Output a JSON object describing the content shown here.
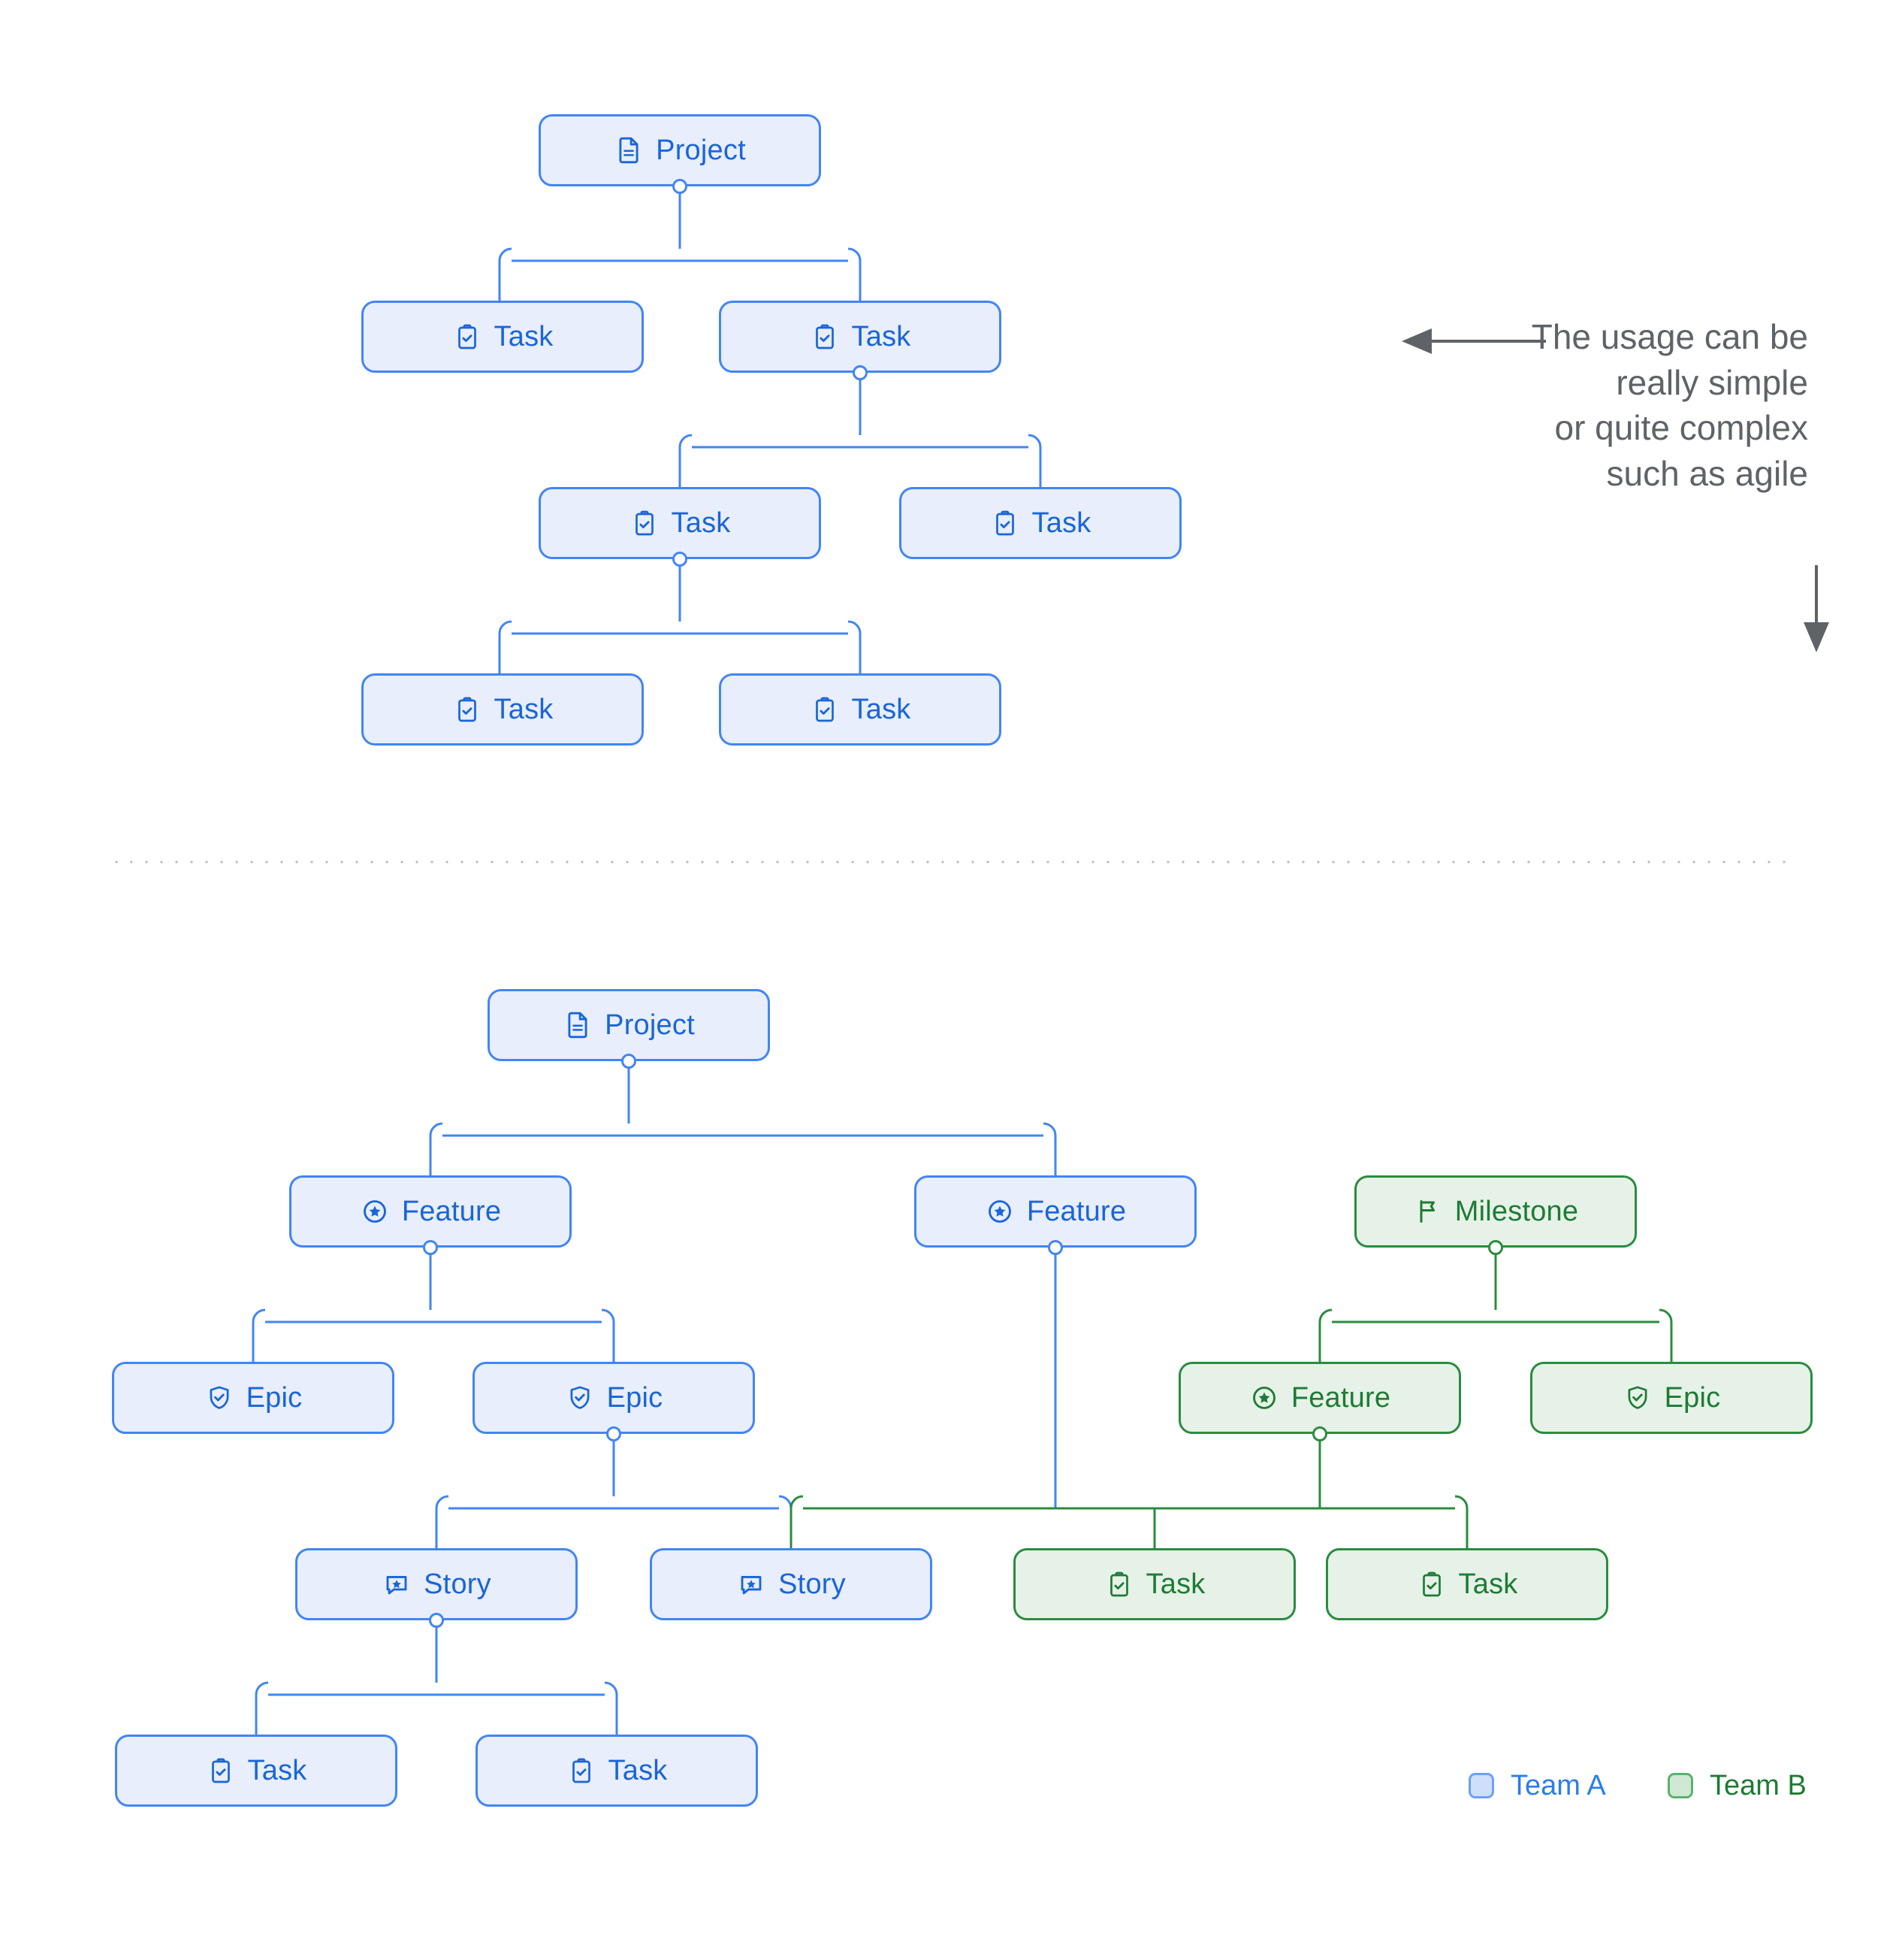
{
  "colors": {
    "blue_fill": "#e8eefc",
    "blue_stroke": "#4285f4",
    "blue_text": "#1a65d8",
    "green_fill": "#e6f2e8",
    "green_stroke": "#2a8c3f",
    "green_text": "#1e7b34",
    "annotation_text": "#5f6368",
    "divider": "#b9bcc0",
    "background": "#ffffff"
  },
  "annotation": {
    "line1": "The usage can be",
    "line2": "really simple",
    "line3": "or quite complex",
    "line4": "such as agile",
    "arrow_left": "arrow-left-icon",
    "arrow_down": "arrow-down-icon"
  },
  "legend": {
    "items": [
      {
        "label": "Team A",
        "color": "#6ba1f5",
        "team": "blue"
      },
      {
        "label": "Team B",
        "color": "#5bb06e",
        "team": "green"
      }
    ]
  },
  "diagram_top": {
    "title": "simple-project-tree",
    "nodes": [
      {
        "id": "t-project",
        "label": "Project",
        "icon": "document-icon",
        "team": "blue"
      },
      {
        "id": "t-task-1",
        "label": "Task",
        "icon": "clipboard-check-icon",
        "team": "blue"
      },
      {
        "id": "t-task-2",
        "label": "Task",
        "icon": "clipboard-check-icon",
        "team": "blue"
      },
      {
        "id": "t-task-3",
        "label": "Task",
        "icon": "clipboard-check-icon",
        "team": "blue"
      },
      {
        "id": "t-task-4",
        "label": "Task",
        "icon": "clipboard-check-icon",
        "team": "blue"
      },
      {
        "id": "t-task-5",
        "label": "Task",
        "icon": "clipboard-check-icon",
        "team": "blue"
      },
      {
        "id": "t-task-6",
        "label": "Task",
        "icon": "clipboard-check-icon",
        "team": "blue"
      }
    ],
    "edges": [
      {
        "from": "t-project",
        "to": "t-task-1"
      },
      {
        "from": "t-project",
        "to": "t-task-2"
      },
      {
        "from": "t-task-2",
        "to": "t-task-3"
      },
      {
        "from": "t-task-2",
        "to": "t-task-4"
      },
      {
        "from": "t-task-3",
        "to": "t-task-5"
      },
      {
        "from": "t-task-3",
        "to": "t-task-6"
      }
    ]
  },
  "diagram_bottom": {
    "title": "agile-project-tree",
    "nodes": [
      {
        "id": "b-project",
        "label": "Project",
        "icon": "document-icon",
        "team": "blue"
      },
      {
        "id": "b-feature-1",
        "label": "Feature",
        "icon": "star-circle-icon",
        "team": "blue"
      },
      {
        "id": "b-feature-2",
        "label": "Feature",
        "icon": "star-circle-icon",
        "team": "blue"
      },
      {
        "id": "b-milestone",
        "label": "Milestone",
        "icon": "flag-icon",
        "team": "green"
      },
      {
        "id": "b-epic-1",
        "label": "Epic",
        "icon": "shield-check-icon",
        "team": "blue"
      },
      {
        "id": "b-epic-2",
        "label": "Epic",
        "icon": "shield-check-icon",
        "team": "blue"
      },
      {
        "id": "b-feature-3",
        "label": "Feature",
        "icon": "star-circle-icon",
        "team": "green"
      },
      {
        "id": "b-epic-3",
        "label": "Epic",
        "icon": "shield-check-icon",
        "team": "green"
      },
      {
        "id": "b-story-1",
        "label": "Story",
        "icon": "chat-star-icon",
        "team": "blue"
      },
      {
        "id": "b-story-2",
        "label": "Story",
        "icon": "chat-star-icon",
        "team": "blue"
      },
      {
        "id": "b-task-g1",
        "label": "Task",
        "icon": "clipboard-check-icon",
        "team": "green"
      },
      {
        "id": "b-task-g2",
        "label": "Task",
        "icon": "clipboard-check-icon",
        "team": "green"
      },
      {
        "id": "b-task-b1",
        "label": "Task",
        "icon": "clipboard-check-icon",
        "team": "blue"
      },
      {
        "id": "b-task-b2",
        "label": "Task",
        "icon": "clipboard-check-icon",
        "team": "blue"
      }
    ],
    "edges": [
      {
        "from": "b-project",
        "to": "b-feature-1"
      },
      {
        "from": "b-project",
        "to": "b-feature-2"
      },
      {
        "from": "b-feature-1",
        "to": "b-epic-1"
      },
      {
        "from": "b-feature-1",
        "to": "b-epic-2"
      },
      {
        "from": "b-milestone",
        "to": "b-feature-3"
      },
      {
        "from": "b-milestone",
        "to": "b-epic-3"
      },
      {
        "from": "b-epic-2",
        "to": "b-story-1"
      },
      {
        "from": "b-epic-2",
        "to": "b-story-2"
      },
      {
        "from": "b-feature-2",
        "to": "b-task-g1"
      },
      {
        "from": "b-feature-3",
        "to": "b-task-g1"
      },
      {
        "from": "b-feature-3",
        "to": "b-task-g2"
      },
      {
        "from": "b-story-1",
        "to": "b-task-b1"
      },
      {
        "from": "b-story-1",
        "to": "b-task-b2"
      }
    ]
  }
}
